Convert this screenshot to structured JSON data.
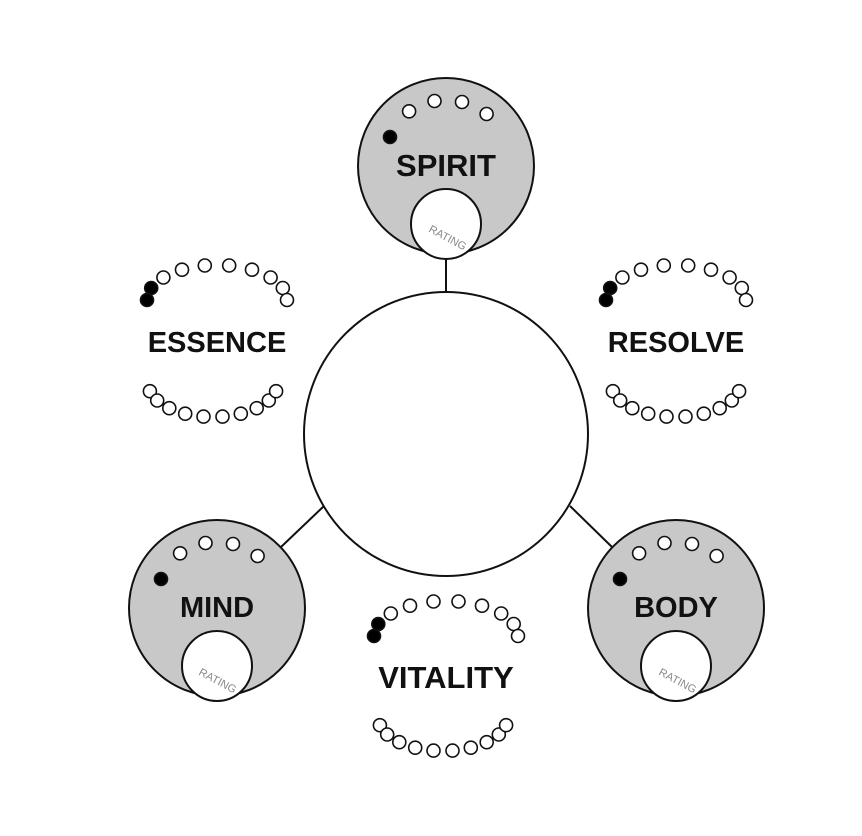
{
  "colors": {
    "stroke": "#111111",
    "attribute_fill": "#c8c8c8",
    "dot_filled": "#000000",
    "dot_empty": "#ffffff",
    "background": "#ffffff"
  },
  "attributes": [
    {
      "id": "spirit",
      "label": "SPIRIT",
      "rating_label": "RATING",
      "dots_total": 5,
      "dots_filled": 1
    },
    {
      "id": "mind",
      "label": "MIND",
      "rating_label": "RATING",
      "dots_total": 5,
      "dots_filled": 1
    },
    {
      "id": "body",
      "label": "BODY",
      "rating_label": "RATING",
      "dots_total": 5,
      "dots_filled": 1
    }
  ],
  "traits": [
    {
      "id": "essence",
      "label": "ESSENCE",
      "top_dots_total": 10,
      "top_dots_filled": 2,
      "bottom_dots_total": 10,
      "bottom_dots_filled": 0
    },
    {
      "id": "resolve",
      "label": "RESOLVE",
      "top_dots_total": 10,
      "top_dots_filled": 2,
      "bottom_dots_total": 10,
      "bottom_dots_filled": 0
    },
    {
      "id": "vitality",
      "label": "VITALITY",
      "top_dots_total": 10,
      "top_dots_filled": 2,
      "bottom_dots_total": 10,
      "bottom_dots_filled": 0
    }
  ]
}
